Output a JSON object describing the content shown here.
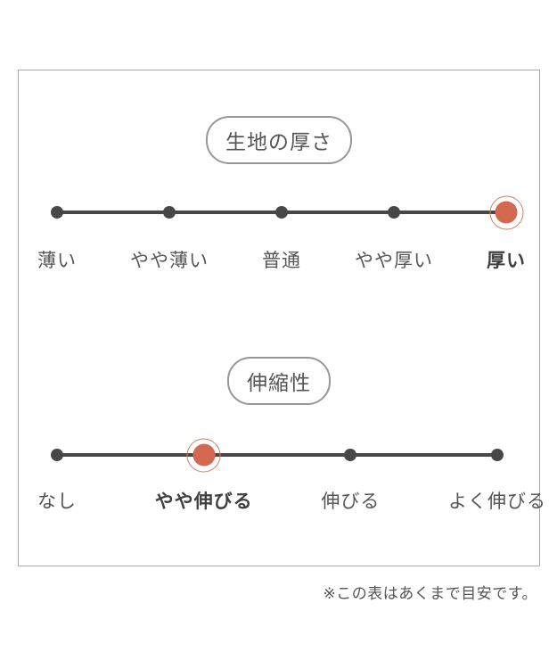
{
  "page": {
    "footnote": "※この表はあくまで目安です。"
  },
  "colors": {
    "accent": "#d26950",
    "accent_ring": "#cc8166",
    "track": "#474747",
    "text": "#555555",
    "border": "#a9a9a9"
  },
  "chart_data": [
    {
      "type": "rating-scale",
      "title": "生地の厚さ",
      "categories": [
        "薄い",
        "やや薄い",
        "普通",
        "やや厚い",
        "厚い"
      ],
      "selected": "厚い",
      "selected_index": 4,
      "marker": "filled-orange-dot-with-ring",
      "layout": "horizontal-line-5-points"
    },
    {
      "type": "rating-scale",
      "title": "伸縮性",
      "categories": [
        "なし",
        "やや伸びる",
        "伸びる",
        "よく伸びる"
      ],
      "selected": "やや伸びる",
      "selected_index": 1,
      "marker": "filled-orange-dot-with-ring",
      "layout": "horizontal-line-4-points"
    }
  ]
}
